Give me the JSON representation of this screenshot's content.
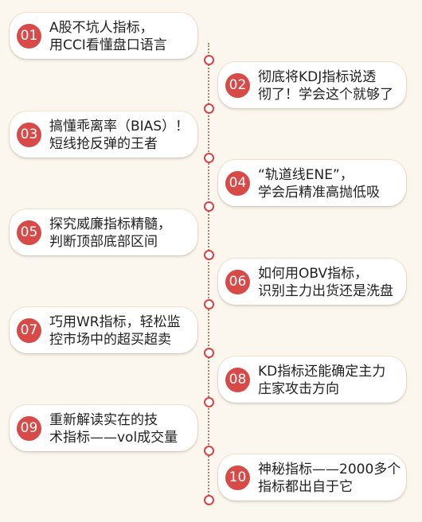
{
  "items": [
    {
      "num": "01",
      "line1": "A股不坑人指标，",
      "line2": "用CCI看懂盘口语言"
    },
    {
      "num": "02",
      "line1": "彻底将KDJ指标说透",
      "line2": "彻了！学会这个就够了"
    },
    {
      "num": "03",
      "line1": "搞懂乖离率（BIAS）！",
      "line2": "短线抢反弹的王者"
    },
    {
      "num": "04",
      "line1": "“轨道线ENE”，",
      "line2": "学会后精准高抛低吸"
    },
    {
      "num": "05",
      "line1": "探究威廉指标精髓，",
      "line2": "判断顶部底部区间"
    },
    {
      "num": "06",
      "line1": "如何用OBV指标，",
      "line2": "识别主力出货还是洗盘"
    },
    {
      "num": "07",
      "line1": "巧用WR指标，轻松监",
      "line2": "控市场中的超买超卖"
    },
    {
      "num": "08",
      "line1": "KD指标还能确定主力",
      "line2": "庄家攻击方向"
    },
    {
      "num": "09",
      "line1": "重新解读实在的技",
      "line2": "术指标——vol成交量"
    },
    {
      "num": "10",
      "line1": "神秘指标——2000多个",
      "line2": "指标都出自于它"
    }
  ],
  "colors": {
    "accent": "#d84a48",
    "background": "#fbf6ee",
    "line": "#a87f6d"
  }
}
